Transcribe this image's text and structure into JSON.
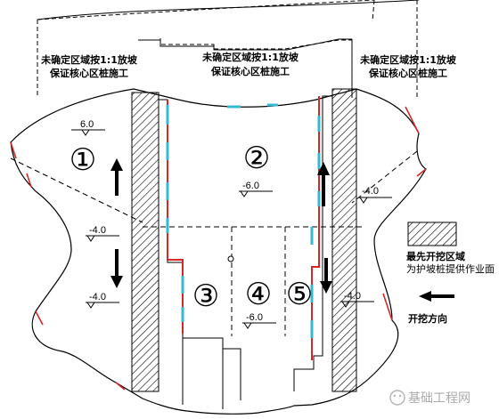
{
  "labels": {
    "undetermined_left_line1": "未确定区域按1:1放坡",
    "undetermined_left_line2": "保证核心区桩施工",
    "undetermined_center_line1": "未确定区域按1:1放坡",
    "undetermined_center_line2": "保证核心区桩施工",
    "undetermined_right_line1": "未确定区域按1:1放坡",
    "undetermined_right_line2": "保证核心区桩施工"
  },
  "zones": [
    {
      "id": "1",
      "symbol": "①"
    },
    {
      "id": "2",
      "symbol": "②"
    },
    {
      "id": "3",
      "symbol": "③"
    },
    {
      "id": "4",
      "symbol": "④"
    },
    {
      "id": "5",
      "symbol": "⑤"
    }
  ],
  "elevations": {
    "zone1_top": "6.0",
    "zone2": "-6.0",
    "left_mid": "-4.0",
    "left_low": "-4.0",
    "right_mid": "-4.0",
    "right_low": "-4.0",
    "zone4_bottom": "-6.0"
  },
  "legend": {
    "hatch_label": "最先开挖区域",
    "hatch_sublabel": "为护坡桩提供作业面",
    "arrow_label": "开挖方向"
  },
  "watermark": "基础工程网",
  "colors": {
    "line": "#000000",
    "red": "#d62828",
    "cyan": "#35b8d0",
    "hatch": "#000000"
  }
}
